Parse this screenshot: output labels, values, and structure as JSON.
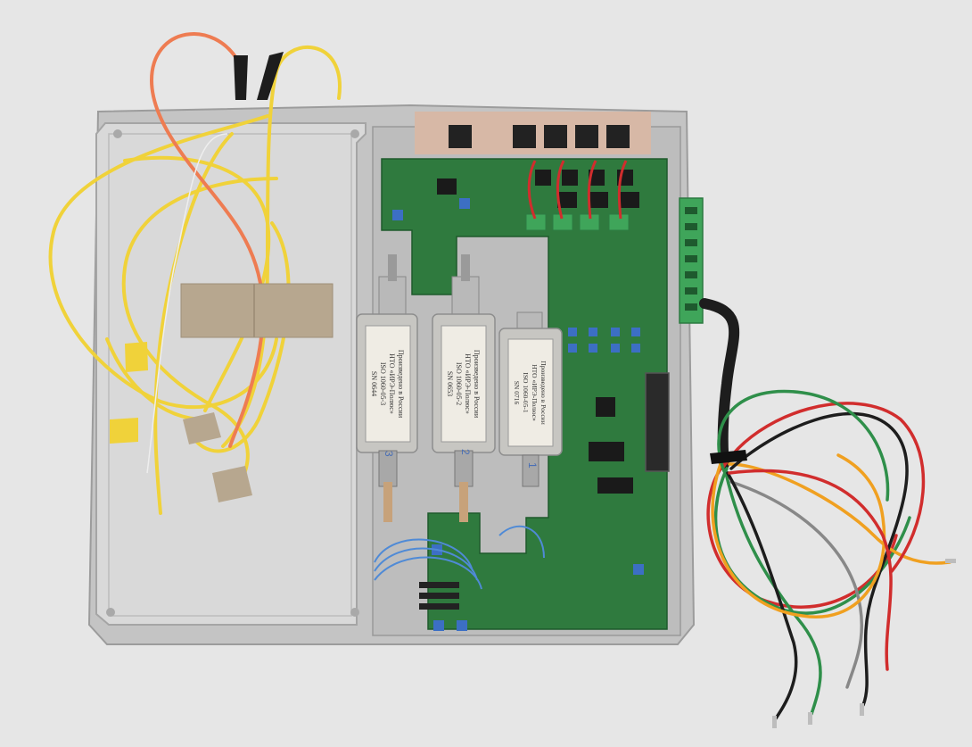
{
  "photo": {
    "subject": "fiber-optic sensor electronics enclosure with three modules, PCB and wire harness",
    "colors": {
      "background": "#e6e6e6",
      "enclosure": "#c9c9c9",
      "lid": "#d6d6d6",
      "pcb": "#2f7a3e",
      "module_body": "#c7c6c2",
      "label": "#efece4",
      "yellow_fiber": "#f0d23a",
      "orange_fiber": "#ee7c52",
      "tape": "#b7a78f",
      "terminal_block": "#3fa55a"
    }
  },
  "modules": [
    {
      "lines": [
        "Произведено в России",
        "НТО «ИРЭ-Полюс»",
        "ISO 1060-05-3",
        "SN 0644"
      ],
      "handwritten": "3"
    },
    {
      "lines": [
        "Произведено в России",
        "НТО «ИРЭ-Полюс»",
        "ISO 1060-05-2",
        "SN 0653"
      ],
      "handwritten": "2"
    },
    {
      "lines": [
        "Произведено в России",
        "НТО «ИРЭ-Полюс»",
        "ISO 1060-05-1",
        "SN 0716"
      ],
      "handwritten": "1"
    }
  ]
}
